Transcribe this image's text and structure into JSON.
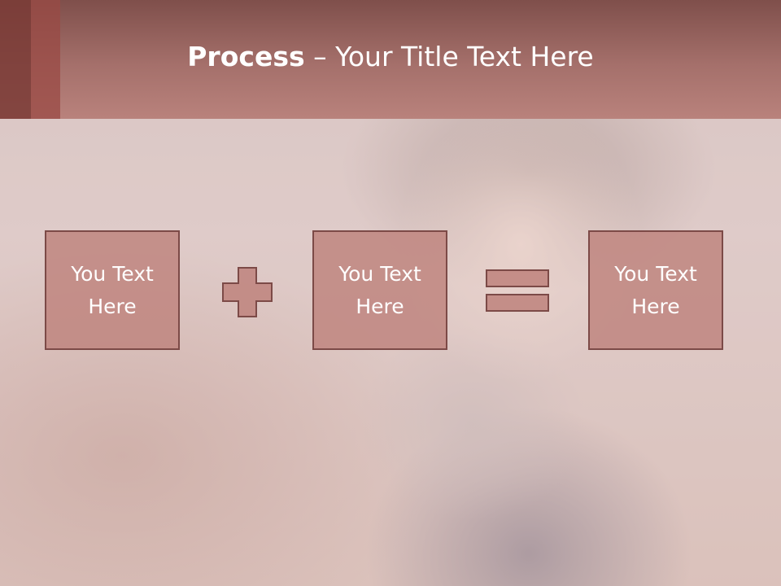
{
  "slide": {
    "title_strong": "Process",
    "title_rest": " – Your Title Text Here",
    "boxes": [
      {
        "text": "You Text\nHere"
      },
      {
        "text": "You Text\nHere"
      },
      {
        "text": "You Text\nHere"
      }
    ],
    "operators": [
      "plus",
      "equals"
    ]
  },
  "colors": {
    "header": "#a5706b",
    "box_fill": "#be827d",
    "box_border": "#7c4a47",
    "text": "#ffffff"
  }
}
